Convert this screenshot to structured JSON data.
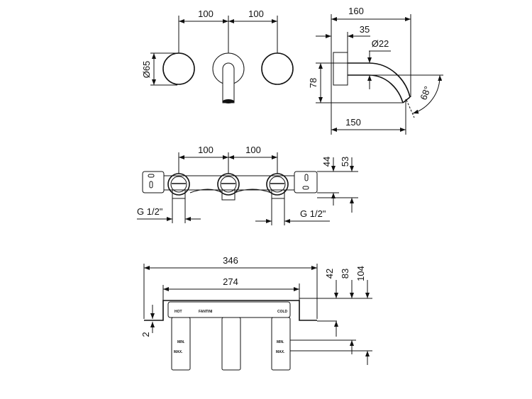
{
  "front_view": {
    "spacing_left": "100",
    "spacing_right": "100",
    "diameter": "Ø65"
  },
  "side_view": {
    "length_total": "160",
    "plate_depth": "35",
    "spout_diameter": "Ø22",
    "height": "78",
    "reach": "150",
    "angle": "68°"
  },
  "rough_in_top": {
    "spacing_left": "100",
    "spacing_right": "100",
    "depth_44": "44",
    "depth_53": "53",
    "thread_left": "G 1/2\"",
    "thread_right": "G 1/2\""
  },
  "rough_in_front": {
    "width_total": "346",
    "width_inner": "274",
    "depth_42": "42",
    "depth_83": "83",
    "depth_104": "104",
    "offset": "2",
    "label_hot": "HOT",
    "label_brand": "FANTINI",
    "label_cold": "COLD",
    "label_min": "MIN.",
    "label_max": "MAX."
  }
}
